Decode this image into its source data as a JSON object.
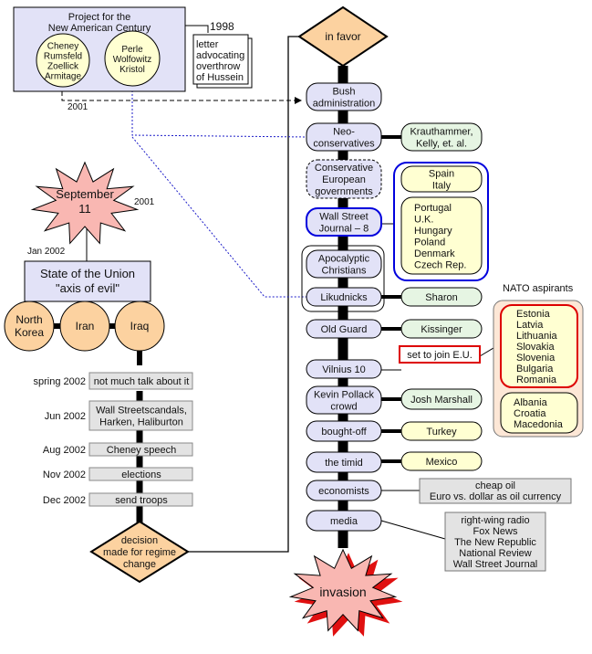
{
  "pnac": {
    "title_line1": "Project for the",
    "title_line2": "New American Century",
    "circle_left": [
      "Cheney",
      "Rumsfeld",
      "Zoellick",
      "Armitage"
    ],
    "circle_right": [
      "Perle",
      "Wolfowitz",
      "Kristol"
    ],
    "year_1998": "1998",
    "letter": [
      "letter",
      "advocating",
      "overthrow",
      "of Hussein"
    ],
    "year_2001": "2001"
  },
  "sept11": {
    "label": [
      "September",
      "11"
    ],
    "year": "2001"
  },
  "sotu": {
    "date": "Jan 2002",
    "label": [
      "State of the Union",
      "\"axis of evil\""
    ],
    "countries": [
      [
        "North",
        "Korea"
      ],
      [
        "Iran"
      ],
      [
        "Iraq"
      ]
    ]
  },
  "timeline": [
    {
      "date": "spring 2002",
      "lines": [
        "not much talk about it"
      ]
    },
    {
      "date": "Jun 2002",
      "lines": [
        "Wall Streetscandals,",
        "Harken, Haliburton"
      ]
    },
    {
      "date": "Aug 2002",
      "lines": [
        "Cheney speech"
      ]
    },
    {
      "date": "Nov 2002",
      "lines": [
        "elections"
      ]
    },
    {
      "date": "Dec 2002",
      "lines": [
        "send troops"
      ]
    }
  ],
  "decision": [
    "decision",
    "made for regime",
    "change"
  ],
  "in_favor": "in favor",
  "column": [
    {
      "lines": [
        "Bush",
        "administration"
      ]
    },
    {
      "lines": [
        "Neo-",
        "conservatives"
      ]
    },
    {
      "lines": [
        "Conservative",
        "European",
        "governments"
      ]
    },
    {
      "lines": [
        "Wall Street",
        "Journal – 8"
      ]
    },
    {
      "lines": [
        "Apocalyptic",
        "Christians"
      ]
    },
    {
      "lines": [
        "Likudnicks"
      ]
    },
    {
      "lines": [
        "Old Guard"
      ]
    },
    {
      "lines": [
        "Vilnius 10"
      ]
    },
    {
      "lines": [
        "Kevin Pollack",
        "crowd"
      ]
    },
    {
      "lines": [
        "bought-off"
      ]
    },
    {
      "lines": [
        "the timid"
      ]
    },
    {
      "lines": [
        "economists"
      ]
    },
    {
      "lines": [
        "media"
      ]
    }
  ],
  "side": {
    "neocons": [
      "Krauthammer,",
      "Kelly,  et. al."
    ],
    "spain_italy": [
      "Spain",
      "Italy"
    ],
    "european": [
      "Portugal",
      "U.K.",
      "Hungary",
      "Poland",
      "Denmark",
      "Czech Rep."
    ],
    "sharon": "Sharon",
    "kissinger": "Kissinger",
    "josh": "Josh Marshall",
    "turkey": "Turkey",
    "mexico": "Mexico",
    "economists": [
      "cheap oil",
      "Euro vs. dollar as oil currency"
    ],
    "media": [
      "right-wing radio",
      "Fox News",
      "The New Republic",
      "National Review",
      "Wall Street Journal"
    ]
  },
  "nato": {
    "title": "NATO aspirants",
    "join_eu_label": "set to join E.U.",
    "eu_bound": [
      "Estonia",
      "Latvia",
      "Lithuania",
      "Slovakia",
      "Slovenia",
      "Bulgaria",
      "Romania"
    ],
    "others": [
      "Albania",
      "Croatia",
      "Macedonia"
    ]
  },
  "invasion": "invasion",
  "colors": {
    "lavender": "#e2e2f7",
    "light_green": "#e6f5e3",
    "light_yellow": "#ffffd2",
    "peach": "#fcd2a0",
    "star_pink": "#f9b7b2",
    "nato_bg": "#fde7d6",
    "gray_box": "#e3e3e3",
    "blue_border": "#0000dd",
    "red_border": "#dd0000"
  }
}
